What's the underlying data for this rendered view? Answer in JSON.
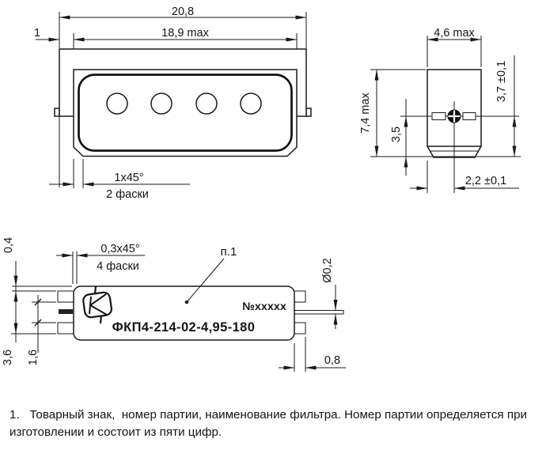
{
  "front_view": {
    "dim_total_width": "20,8",
    "dim_body_width": "18,9 max",
    "dim_flange_offset": "1",
    "dim_chamfer": "1x45°",
    "dim_chamfer_count": "2 фаски"
  },
  "side_view": {
    "dim_width": "4,6 max",
    "dim_height": "7,4 max",
    "dim_pin_axis": "3,5",
    "dim_pin_to_bottom": "3,7 ±0,1",
    "dim_pin_lateral": "2,2 ±0,1"
  },
  "bottom_view": {
    "callout": "п.1",
    "batch_number": "№ххххх",
    "model_label": "ФКП4-214-02-4,95-180",
    "dim_step": "0,4",
    "dim_chamfer": "0,3x45°",
    "dim_chamfer_count": "4 фаски",
    "dim_lead_span": "3,6",
    "dim_lead_gap": "1,6",
    "dim_tab_length": "0,8",
    "dim_wire_diameter": "Ø0,2",
    "logo_glyph": "manufacturer trademark"
  },
  "note": {
    "line1": "1.   Товарный знак,  номер партии, наименование фильтра. Номер партии определяется при",
    "line2": "изготовлении и состоит из пяти цифр."
  }
}
